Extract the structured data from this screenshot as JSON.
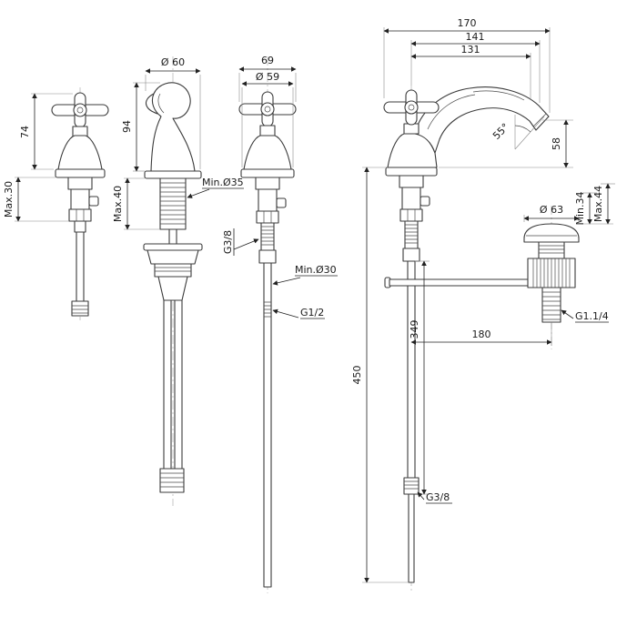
{
  "left_valve": {
    "height": "74",
    "max_deck_thickness": "Max.30"
  },
  "spout": {
    "base_diameter": "Ø 60",
    "height": "94",
    "max_deck_thickness": "Max.40",
    "min_hole": "Min.Ø35"
  },
  "side_valve": {
    "handle_width": "69",
    "base_diameter": "Ø 59",
    "inlet_thread": "G3/8",
    "min_hole": "Min.Ø30",
    "tail_thread": "G1/2"
  },
  "assembly": {
    "total_width": "170",
    "spout_reach_outer": "141",
    "spout_reach_inner": "131",
    "spout_angle": "55°",
    "outlet_height": "58",
    "hose_length": "349",
    "total_height": "450",
    "drain_offset": "180",
    "supply_thread": "G3/8"
  },
  "drain": {
    "flange_diameter": "Ø 63",
    "min_deck_thickness": "Min.34",
    "max_deck_thickness": "Max.44",
    "waste_thread": "G1.1/4"
  }
}
